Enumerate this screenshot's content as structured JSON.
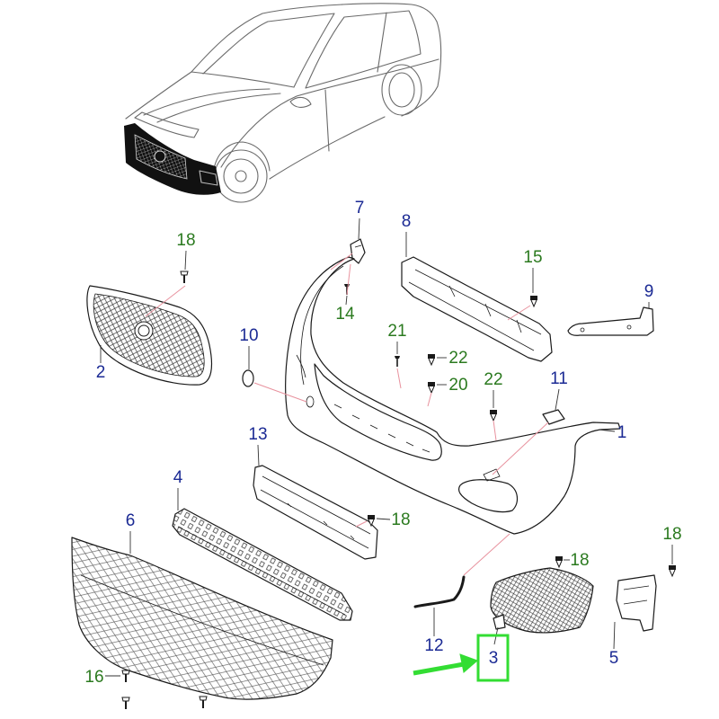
{
  "callouts": {
    "part_numbers": [
      "7",
      "8",
      "9",
      "10",
      "2",
      "11",
      "1",
      "13",
      "4",
      "6",
      "12",
      "3",
      "5"
    ],
    "fastener_numbers": [
      "18",
      "15",
      "14",
      "21",
      "22",
      "22",
      "20",
      "18",
      "18",
      "18",
      "16"
    ]
  },
  "colors": {
    "part_number": "#1b2a94",
    "fastener_number": "#2b7a1f",
    "assembly_line": "#e8929e",
    "highlight": "#33dd33"
  }
}
